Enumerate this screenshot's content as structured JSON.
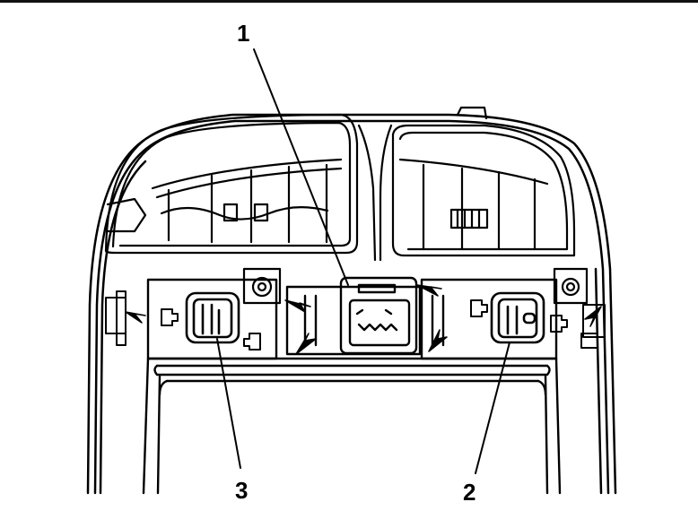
{
  "diagram": {
    "subject": "Overhead console with connectors (line art)",
    "style": {
      "stroke": "#000000",
      "background": "#ffffff"
    },
    "callouts": [
      {
        "id": "1",
        "label": "1",
        "target": "center electrical connector"
      },
      {
        "id": "2",
        "label": "2",
        "target": "right lamp switch"
      },
      {
        "id": "3",
        "label": "3",
        "target": "left lamp switch"
      }
    ]
  }
}
